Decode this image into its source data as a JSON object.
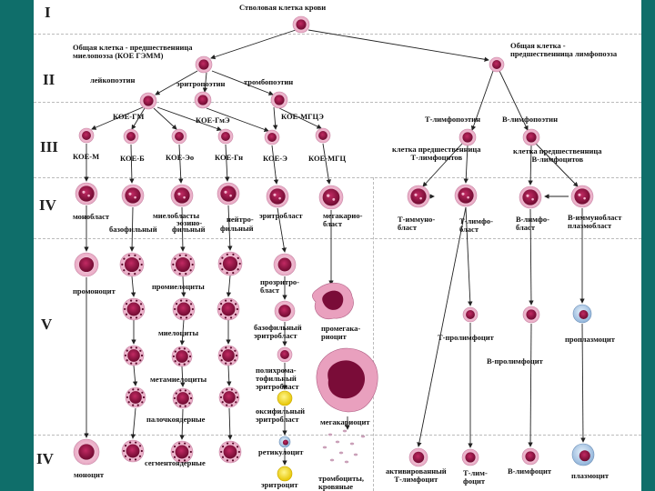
{
  "roman_numerals": [
    "I",
    "II",
    "III",
    "IV",
    "V",
    "IV"
  ],
  "colors": {
    "background": "#0f6e6a",
    "panel": "#ffffff",
    "cell_outer": "#f2c8da",
    "cell_nucleus": "#a0124a",
    "arrow": "#222222"
  },
  "labels": {
    "stem": "Стволовая клетка крови",
    "myelo_prog": "Общая клетка - предшественница\nмиелопоэза (КОЕ ГЭММ)",
    "lympho_prog": "Общая клетка -\nпредшественница лимфопоэза",
    "leukopoiesis": "лейкопоэтин",
    "erythropoiesis": "эритропоэтин",
    "thrombopoiesis": "тромбопоэтин",
    "koe_gm": "КОЕ-ГМ",
    "koe_gme": "КОЕ-ГмЭ",
    "koe_mgce": "КОЕ-МГЦЭ",
    "t_lymphopoiesis": "Т-лимфопоэтин",
    "b_lymphopoiesis": "В-лимфопоэтин",
    "koe_m": "КОЕ-М",
    "koe_b": "КОЕ-Б",
    "koe_eo": "КОЕ-Эо",
    "koe_gn": "КОЕ-Гн",
    "koe_e": "КОЕ-Э",
    "koe_mgc": "КОЕ-МГЦ",
    "t_prog": "клетка предшественница\nТ-лимфоцитов",
    "b_prog": "клетка предшественница\nВ-лимфоцитов",
    "monoblast": "монобласт",
    "myeloblasts": "миелобласты",
    "eosino": "эозино-",
    "neutro": "нейтро-",
    "basophilic": "базофильный",
    "philic": "фильный",
    "philic2": "фильный",
    "erythroblast": "эритробласт",
    "megakaryoblast": "мегакарио-\nбласт",
    "t_immunoblast": "Т-иммуно-\nбласт",
    "t_lymphoblast": "Т-лимфо-\nбласт",
    "b_lymphoblast": "В-лимфо-\nбласт",
    "b_immunoblast": "В-иммунобласт\nплазмобласт",
    "promonocyte": "промоноцит",
    "promyelocytes": "промиелоциты",
    "pronormoblast": "прозритро-\nбласт",
    "basophilic_erythroblast": "базофильный\nэритробласт",
    "promegakaryocyte": "промегака-\nриоцит",
    "t_prolymphocyte": "Т-пролимфоцит",
    "proplasmocyte": "проплазмоцит",
    "b_prolymphocyte": "В-пролимфоцит",
    "myelocytes": "миелоциты",
    "polychromatophilic": "полихрома-\nтофильный\nэритробласт",
    "metamyelocytes": "метамиелоциты",
    "band": "палочкоядерные",
    "oxyphilic": "оксифильный\nэритробласт",
    "megakaryocyte": "мегакариоцит",
    "reticulocyte": "ретикулоцит",
    "monocyte": "моноцит",
    "segmented": "сегментоядерные",
    "erythrocyte": "эритроцит",
    "thrombocytes": "тромбоциты,\nкровяные",
    "activated_t": "активированный\nТ-лимфоцит",
    "t_lymphocyte": "Т-лим-\nфоцит",
    "b_lymphocyte": "В-лимфоцит",
    "plasmocyte": "плазмоцит"
  }
}
